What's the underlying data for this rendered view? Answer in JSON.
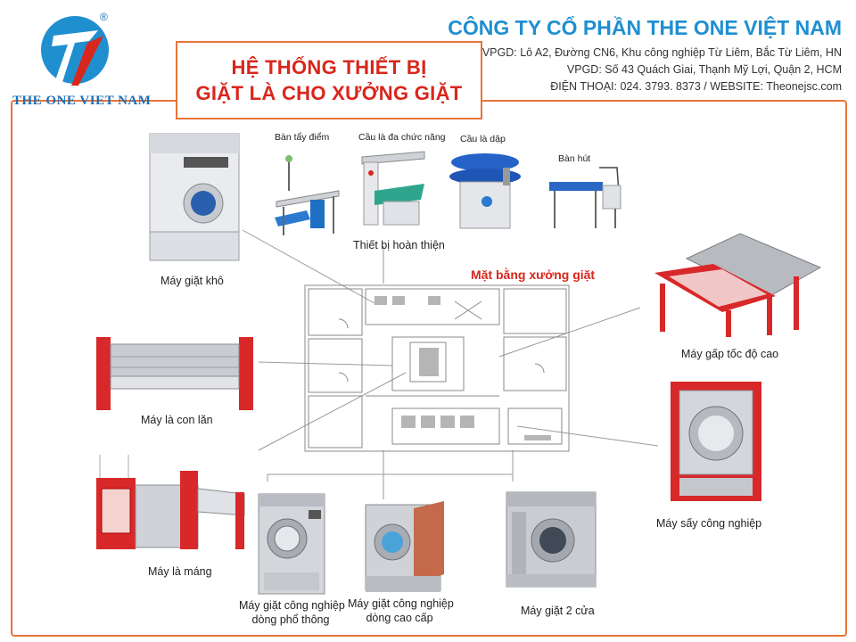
{
  "header": {
    "logo_text": "THE ONE VIET NAM",
    "registered_mark": "®",
    "company_name": "CÔNG TY CỔ PHẦN THE ONE VIỆT NAM",
    "address_1": "VPGD: Lô A2, Đường CN6, Khu công nghiệp Từ Liêm, Bắc Từ Liêm, HN",
    "address_2": "VPGD: Số 43 Quách Giai, Thạnh Mỹ Lợi, Quận 2, HCM",
    "contact": "ĐIỆN THOẠI: 024. 3793. 8373  /  WEBSITE: Theonejsc.com"
  },
  "title": {
    "line1": "HỆ THỐNG THIẾT BỊ",
    "line2": "GIẶT LÀ CHO XƯỞNG GIẶT"
  },
  "floor_plan": {
    "title": "Mặt bằng xưởng giặt"
  },
  "finishing": {
    "group_label": "Thiết bị hoàn thiện",
    "items": [
      "Bàn tẩy điểm",
      "Cầu là đa chức năng",
      "Cầu là dập",
      "Bàn hút"
    ]
  },
  "machines": {
    "dry_washer": "Máy giặt khô",
    "roller_ironer": "Máy là con lăn",
    "trough_ironer": "Máy là máng",
    "washer_standard_line1": "Máy giặt công nghiệp",
    "washer_standard_line2": "dòng phổ thông",
    "washer_premium_line1": "Máy giặt công nghiệp",
    "washer_premium_line2": "dòng cao cấp",
    "washer_two_door": "Máy giặt 2 cửa",
    "high_speed_folder": "Máy gấp tốc độ cao",
    "industrial_dryer": "Máy sấy công nghiệp"
  },
  "colors": {
    "accent_orange": "#e8743a",
    "title_red": "#d9261c",
    "brand_blue": "#1f8fd0",
    "machine_red": "#d8282a",
    "steel": "#c9ccd1"
  }
}
